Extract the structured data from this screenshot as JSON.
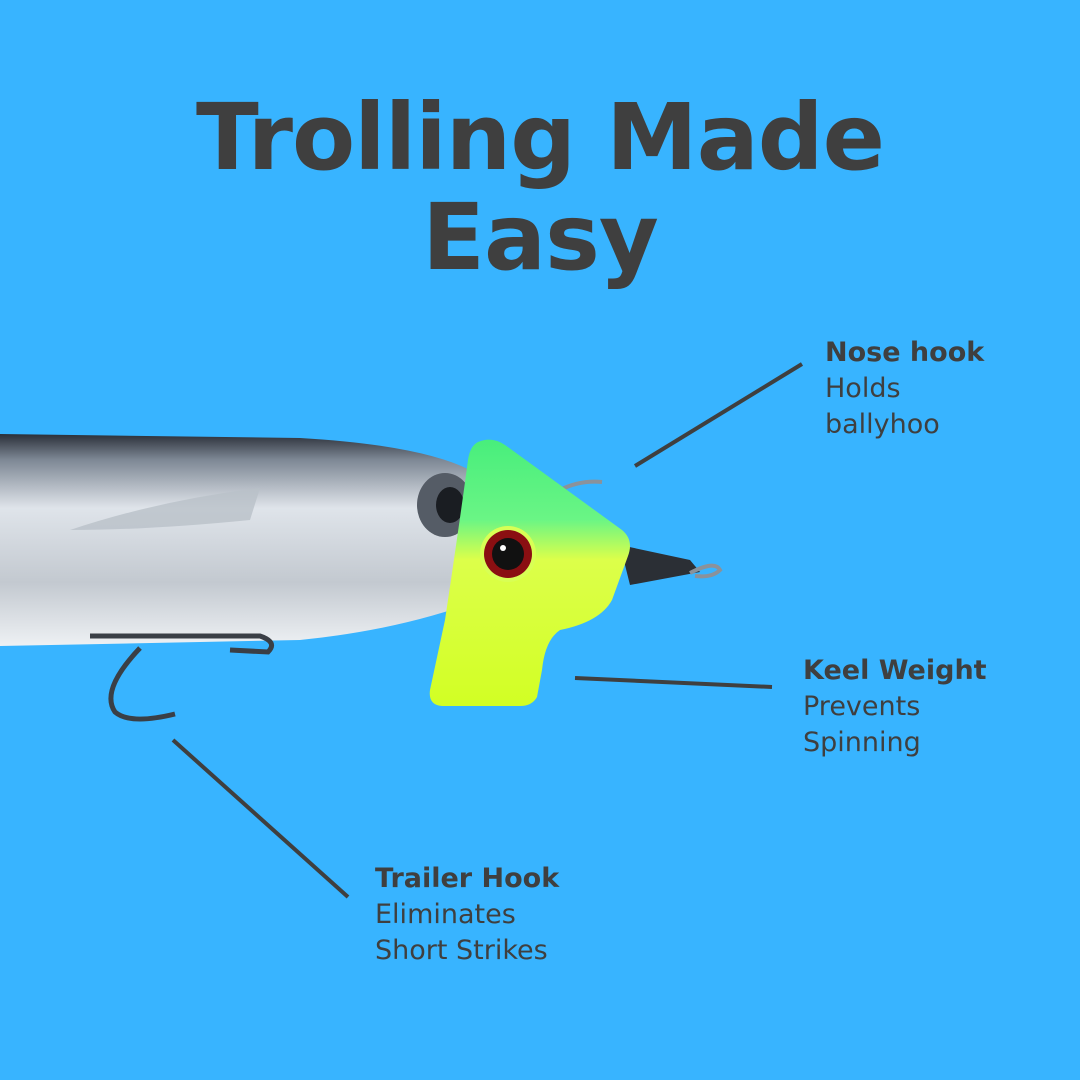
{
  "title": {
    "line1": "Trolling Made",
    "line2": "Easy"
  },
  "callouts": {
    "nose": {
      "heading": "Nose hook",
      "line1": "Holds",
      "line2": "ballyhoo"
    },
    "keel": {
      "heading": "Keel Weight",
      "line1": "Prevents",
      "line2": "Spinning"
    },
    "trailer": {
      "heading": "Trailer Hook",
      "line1": "Eliminates",
      "line2": "Short Strikes"
    }
  },
  "colors": {
    "background": "#38b4ff",
    "text": "#3f3f3f",
    "lure_top": "#4cf07a",
    "lure_bottom": "#d8ff2e"
  }
}
